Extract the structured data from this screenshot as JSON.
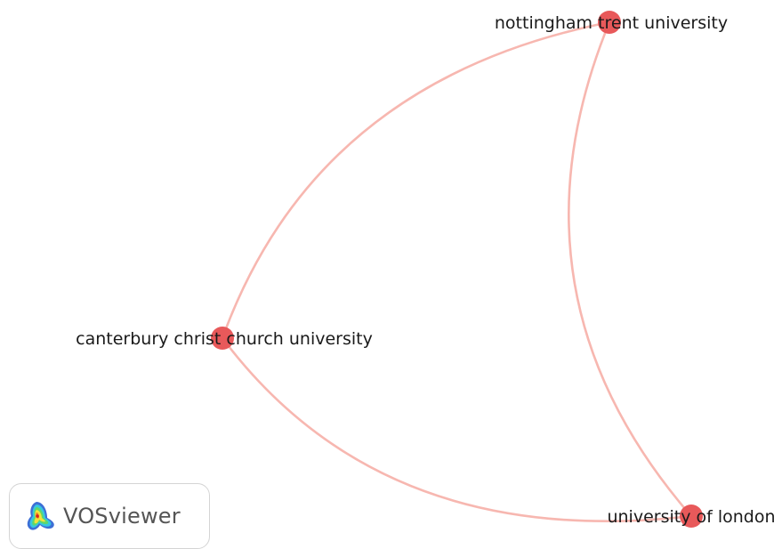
{
  "network": {
    "nodes": [
      {
        "id": "ntu",
        "label": "nottingham trent university",
        "cluster_color": "#e8595a"
      },
      {
        "id": "cccu",
        "label": "canterbury christ church university",
        "cluster_color": "#e8595a"
      },
      {
        "id": "uol",
        "label": "university of london",
        "cluster_color": "#e8595a"
      }
    ],
    "links": [
      {
        "source": "ntu",
        "target": "cccu"
      },
      {
        "source": "ntu",
        "target": "uol"
      },
      {
        "source": "cccu",
        "target": "uol"
      }
    ],
    "link_color": "#f7b7b0"
  },
  "branding": {
    "app_name": "VOSviewer",
    "logo_icon": "vosviewer-heatmap-logo-icon"
  }
}
